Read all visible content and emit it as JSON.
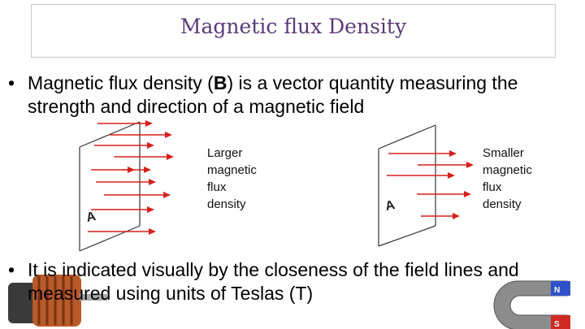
{
  "slide": {
    "title": "Magnetic flux Density",
    "bullet_symbol": "•",
    "bullet1": {
      "pre": "Magnetic flux density (",
      "bold": "B",
      "post": ") is a vector quantity measuring the strength and direction of a magnetic field"
    },
    "bullet2": "It is indicated visually by the closeness of the field lines and measured using units of Teslas (T)"
  },
  "diagrams": {
    "left": {
      "surface_label": "A",
      "caption": [
        "Larger",
        "magnetic",
        "flux",
        "density"
      ],
      "field_lines": 10
    },
    "right": {
      "surface_label": "A",
      "caption": [
        "Smaller",
        "magnetic",
        "flux",
        "density"
      ],
      "field_lines": 5
    }
  },
  "colors": {
    "title": "#5a3a78",
    "field_line": "#d6201b",
    "surface": "#333333"
  },
  "decorations": {
    "bottom_left": "motor-armature-icon",
    "bottom_right": "horseshoe-magnet-icon"
  }
}
